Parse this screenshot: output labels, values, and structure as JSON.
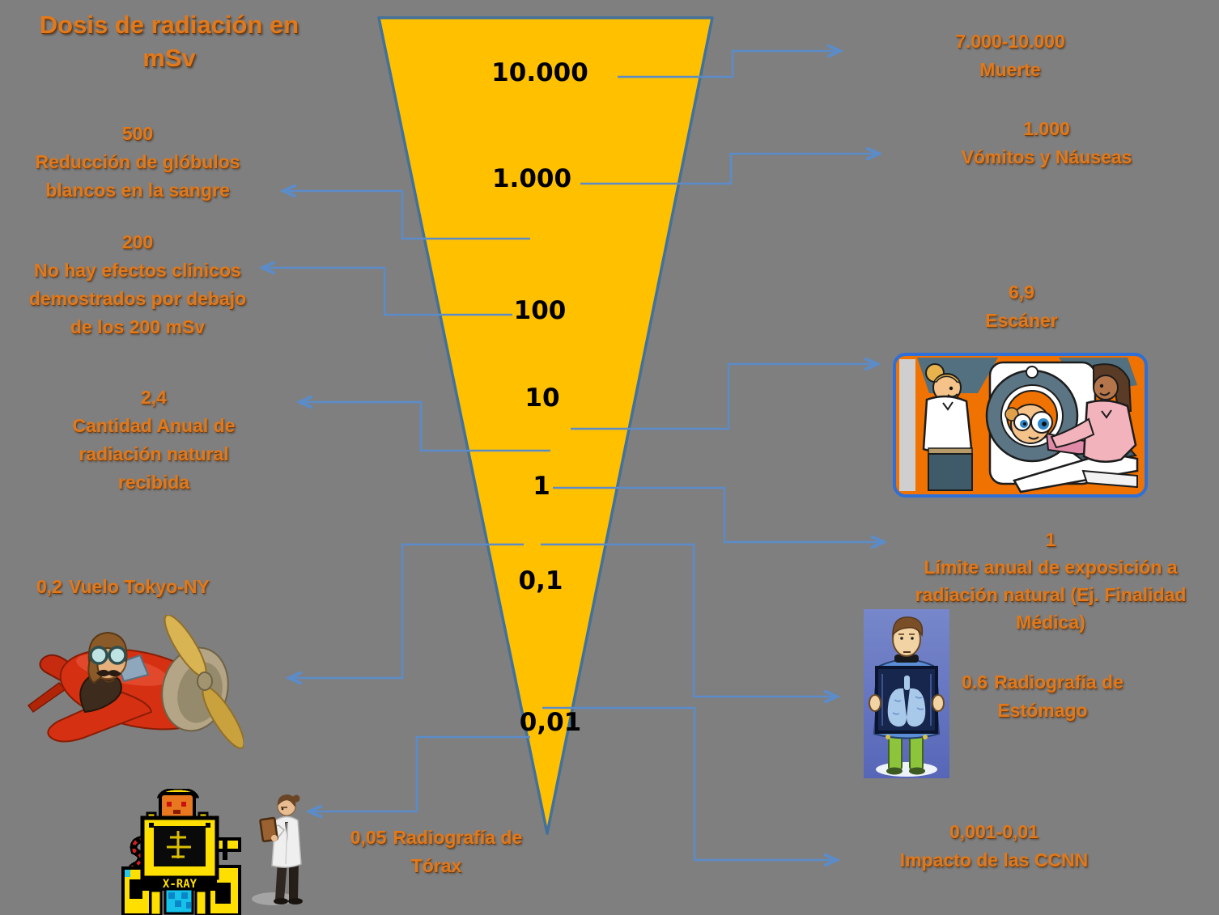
{
  "title": "Dosis de radiación en\nmSv",
  "funnel": {
    "levels": [
      "10.000",
      "1.000",
      "100",
      "10",
      "1",
      "0,1",
      "0,01"
    ]
  },
  "annotations": {
    "left": [
      {
        "value": "500",
        "label": "Reducción de glóbulos\nblancos en la sangre"
      },
      {
        "value": "200",
        "label": "No hay efectos clínicos\ndemostrados por debajo\nde los 200 mSv"
      },
      {
        "value": "2,4",
        "label": "Cantidad Anual de\nradiación natural\nrecibida"
      },
      {
        "value": "0,2",
        "label": "Vuelo Tokyo-NY"
      },
      {
        "value": "0,05",
        "label": "Radiografía de\nTórax"
      }
    ],
    "right": [
      {
        "value": "7.000-10.000",
        "label": "Muerte"
      },
      {
        "value": "1.000",
        "label": "Vómitos y Náuseas"
      },
      {
        "value": "6,9",
        "label": "Escáner"
      },
      {
        "value": "1",
        "label": "Límite anual  de exposición a\nradiación natural (Ej. Finalidad\nMédica)"
      },
      {
        "value": "0.6",
        "label": "Radiografía de\nEstómago"
      },
      {
        "value": "0,001-0,01",
        "label": "Impacto de las CCNN"
      }
    ]
  },
  "images": {
    "ct_scanner": "ct-scanner-cartoon",
    "xray_patient": "patient-holding-chest-xray",
    "airplane": "red-cartoon-airplane-with-pilot",
    "xray_machine": "pixel-art-xray-machine",
    "xray_machine_text": "X-RAY",
    "doctor": "doctor-with-clipboard"
  },
  "colors": {
    "background": "#7f7f7f",
    "funnel_fill": "#ffc000",
    "funnel_border": "#41719c",
    "connector": "#5b8cc9",
    "annotation_text": "#e0791c",
    "scale_text": "#000000"
  }
}
